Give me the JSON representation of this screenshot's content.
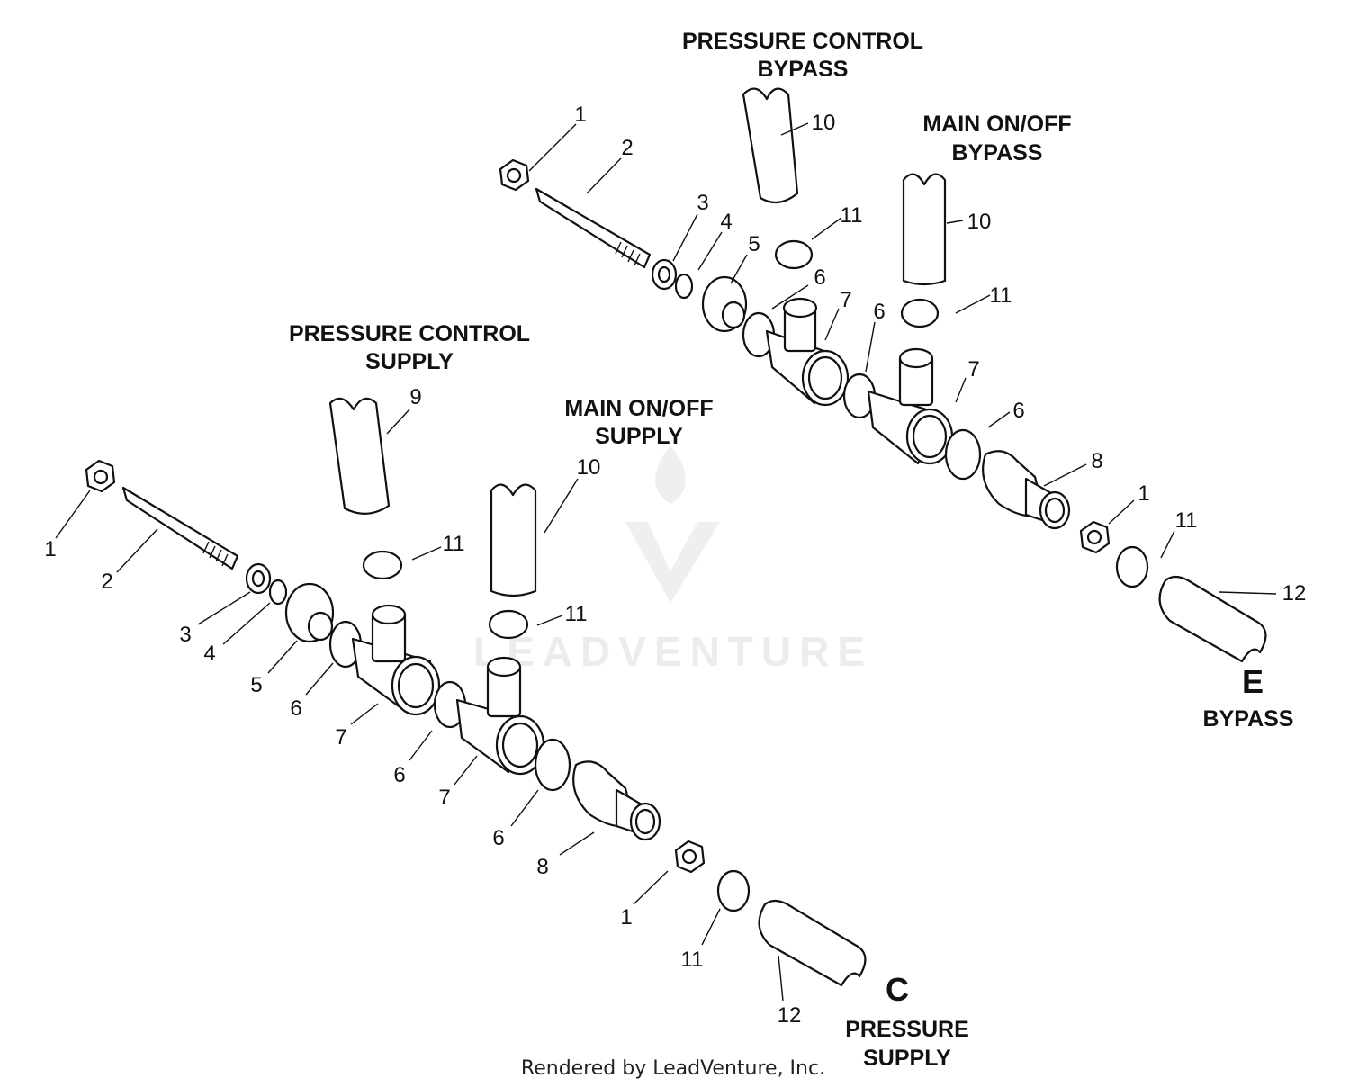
{
  "diagram": {
    "groups": {
      "pc_bypass": [
        "PRESSURE CONTROL",
        "BYPASS"
      ],
      "main_bypass": [
        "MAIN ON/OFF",
        "BYPASS"
      ],
      "pc_supply": [
        "PRESSURE CONTROL",
        "SUPPLY"
      ],
      "main_supply": [
        "MAIN ON/OFF",
        "SUPPLY"
      ],
      "bypass_out": {
        "letter": "E",
        "label": "BYPASS"
      },
      "supply_out": {
        "letter": "C",
        "label": [
          "PRESSURE",
          "SUPPLY"
        ]
      }
    },
    "callouts_upper": [
      {
        "id": "u1",
        "text": "1"
      },
      {
        "id": "u2",
        "text": "2"
      },
      {
        "id": "u3",
        "text": "3"
      },
      {
        "id": "u4",
        "text": "4"
      },
      {
        "id": "u5",
        "text": "5"
      },
      {
        "id": "u6a",
        "text": "6"
      },
      {
        "id": "u7a",
        "text": "7"
      },
      {
        "id": "u6b",
        "text": "6"
      },
      {
        "id": "u7b",
        "text": "7"
      },
      {
        "id": "u6c",
        "text": "6"
      },
      {
        "id": "u8",
        "text": "8"
      },
      {
        "id": "u1b",
        "text": "1"
      },
      {
        "id": "u11c",
        "text": "11"
      },
      {
        "id": "u12",
        "text": "12"
      },
      {
        "id": "u10a",
        "text": "10"
      },
      {
        "id": "u10b",
        "text": "10"
      },
      {
        "id": "u11a",
        "text": "11"
      },
      {
        "id": "u11b",
        "text": "11"
      }
    ],
    "callouts_lower": [
      {
        "id": "l1",
        "text": "1"
      },
      {
        "id": "l2",
        "text": "2"
      },
      {
        "id": "l3",
        "text": "3"
      },
      {
        "id": "l4",
        "text": "4"
      },
      {
        "id": "l5",
        "text": "5"
      },
      {
        "id": "l6a",
        "text": "6"
      },
      {
        "id": "l7a",
        "text": "7"
      },
      {
        "id": "l6b",
        "text": "6"
      },
      {
        "id": "l7b",
        "text": "7"
      },
      {
        "id": "l6c",
        "text": "6"
      },
      {
        "id": "l8",
        "text": "8"
      },
      {
        "id": "l1b",
        "text": "1"
      },
      {
        "id": "l11c",
        "text": "11"
      },
      {
        "id": "l12",
        "text": "12"
      },
      {
        "id": "l9",
        "text": "9"
      },
      {
        "id": "l10",
        "text": "10"
      },
      {
        "id": "l11a",
        "text": "11"
      },
      {
        "id": "l11b",
        "text": "11"
      }
    ]
  },
  "watermark": "LEADVENTURE",
  "footer": "Rendered by LeadVenture, Inc."
}
